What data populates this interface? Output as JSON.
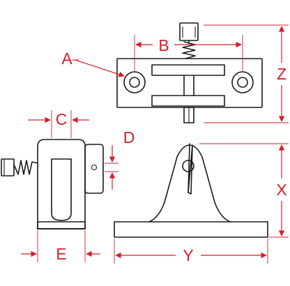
{
  "diagram": {
    "labels": {
      "A": "A",
      "B": "B",
      "C": "C",
      "D": "D",
      "E": "E",
      "X": "X",
      "Y": "Y",
      "Z": "Z"
    },
    "colors": {
      "dimension": "#d41e2a",
      "outline": "#1a1a1a"
    }
  }
}
